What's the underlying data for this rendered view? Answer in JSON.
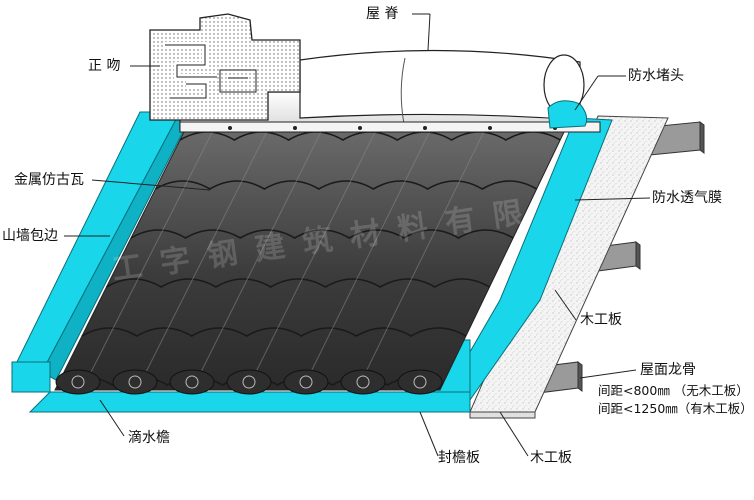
{
  "labels": {
    "ridge": "屋 脊",
    "ridge_ornament": "正 吻",
    "waterproof_plug": "防水堵头",
    "metal_tile": "金属仿古瓦",
    "breathable_membrane": "防水透气膜",
    "gable_flashing": "山墙包边",
    "wood_board_upper": "木工板",
    "roof_purlin": "屋面龙骨",
    "spacing_no_board": "间距<800㎜ （无木工板）",
    "spacing_with_board": "间距<1250㎜（有木工板）",
    "drip_eave": "滴水檐",
    "eave_board": "封檐板",
    "wood_board_lower": "木工板"
  },
  "watermark": "工字钢建筑材料有限",
  "colors": {
    "cyan": "#19d6ea",
    "tile_dark": "#4a4a4a",
    "board_speckle": "#f2f2f2",
    "line": "#222222"
  }
}
